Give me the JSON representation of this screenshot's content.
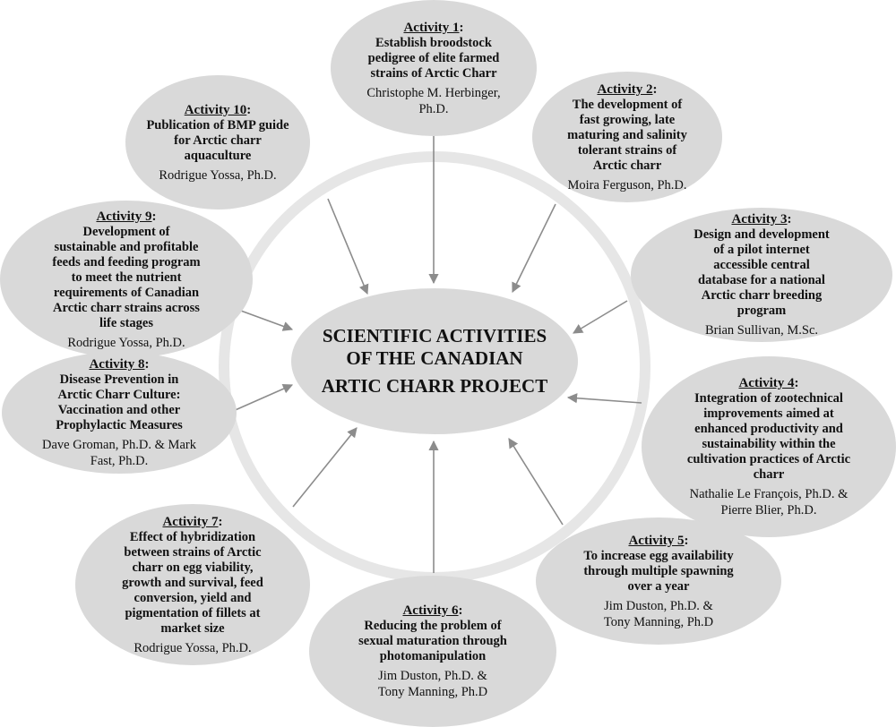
{
  "colors": {
    "bubble": "#d9d9d9",
    "ring": "#e6e6e6",
    "arrow": "#8c8c8c"
  },
  "center": {
    "lines": [
      "SCIENTIFIC ACTIVITIES",
      "OF THE CANADIAN",
      "ARTIC CHARR PROJECT"
    ]
  },
  "activities": [
    {
      "label": "Activity 1",
      "desc": [
        "Establish broodstock",
        "pedigree of elite farmed",
        "strains of Arctic Charr"
      ],
      "author": [
        "Christophe M. Herbinger,",
        "Ph.D."
      ]
    },
    {
      "label": "Activity 2",
      "desc": [
        "The development of",
        "fast growing, late",
        "maturing and salinity",
        "tolerant strains of",
        "Arctic charr"
      ],
      "author": [
        "Moira Ferguson, Ph.D."
      ]
    },
    {
      "label": "Activity 3",
      "desc": [
        "Design and development",
        "of a pilot internet",
        "accessible central",
        "database for a national",
        "Arctic charr breeding",
        "program"
      ],
      "author": [
        "Brian Sullivan, M.Sc."
      ]
    },
    {
      "label": "Activity 4",
      "desc": [
        "Integration of zootechnical",
        "improvements aimed at",
        "enhanced productivity and",
        "sustainability within the",
        "cultivation practices of Arctic",
        "charr"
      ],
      "author": [
        "Nathalie Le François, Ph.D. &",
        "Pierre Blier, Ph.D."
      ]
    },
    {
      "label": "Activity 5",
      "desc": [
        "To increase egg availability",
        "through multiple spawning",
        "over a year"
      ],
      "author": [
        "Jim Duston, Ph.D. &",
        "Tony Manning, Ph.D"
      ]
    },
    {
      "label": "Activity 6",
      "desc": [
        "Reducing the problem of",
        "sexual maturation through",
        "photomanipulation"
      ],
      "author": [
        "Jim Duston, Ph.D. &",
        "Tony Manning, Ph.D"
      ]
    },
    {
      "label": "Activity 7",
      "desc": [
        "Effect of hybridization",
        "between strains of Arctic",
        "charr on egg viability,",
        "growth and survival, feed",
        "conversion, yield and",
        "pigmentation of fillets at",
        "market size"
      ],
      "author": [
        "Rodrigue Yossa, Ph.D."
      ]
    },
    {
      "label": "Activity 8",
      "desc": [
        "Disease Prevention in",
        "Arctic Charr Culture:",
        "Vaccination and other",
        "Prophylactic Measures"
      ],
      "author": [
        "Dave Groman, Ph.D. & Mark",
        "Fast, Ph.D."
      ]
    },
    {
      "label": "Activity 9",
      "desc": [
        "Development of",
        "sustainable and profitable",
        "feeds and feeding program",
        "to meet the nutrient",
        "requirements of Canadian",
        "Arctic charr strains across",
        "life stages"
      ],
      "author": [
        "Rodrigue Yossa, Ph.D."
      ]
    },
    {
      "label": "Activity 10",
      "desc": [
        "Publication of BMP guide",
        "for Arctic charr",
        "aquaculture"
      ],
      "author": [
        "Rodrigue Yossa, Ph.D."
      ]
    }
  ]
}
